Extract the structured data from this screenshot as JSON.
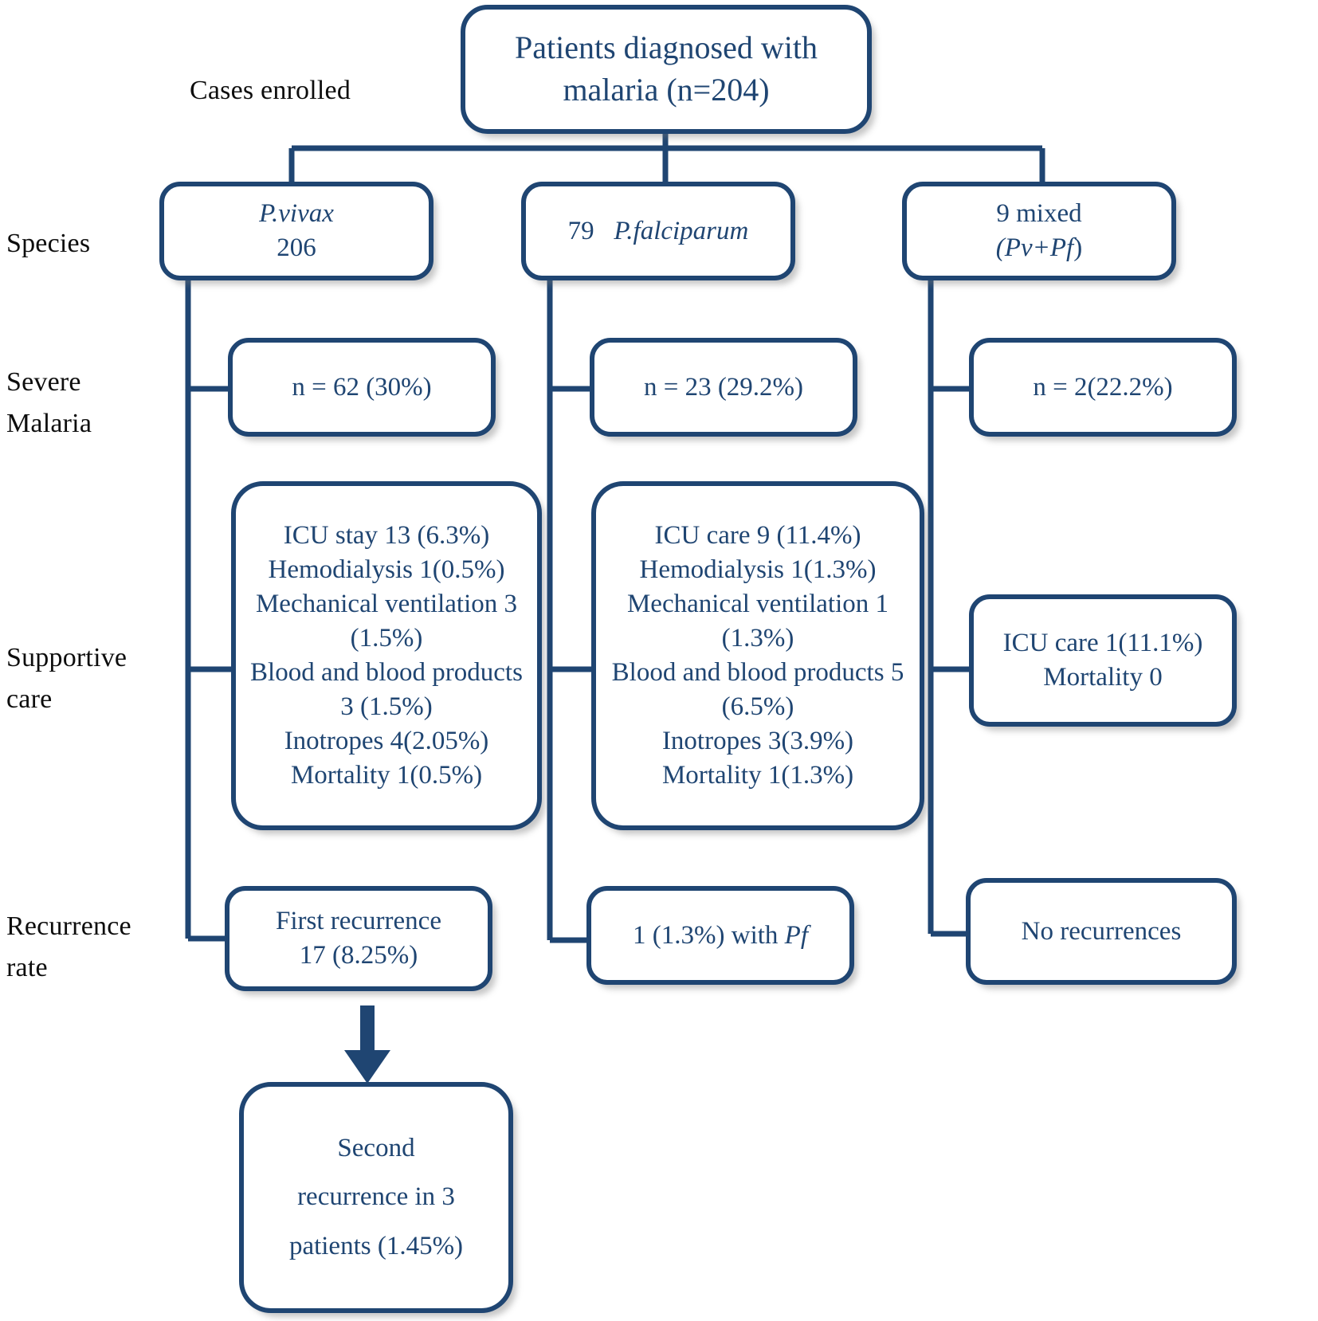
{
  "diagram": {
    "title_box": {
      "text": "Patients diagnosed with malaria (n=204)",
      "line1": "Patients diagnosed with",
      "line2": "malaria (n=204)"
    },
    "top_caption": "Cases enrolled",
    "row_labels": [
      {
        "id": "species",
        "text": "Species"
      },
      {
        "id": "severe-malaria",
        "text": "Severe\nMalaria"
      },
      {
        "id": "supportive-care",
        "text": "Supportive\ncare"
      },
      {
        "id": "recurrence-rate",
        "text": "Recurrence\nrate"
      }
    ],
    "species": {
      "vivax": {
        "name_italic": "P.vivax",
        "count": "206"
      },
      "falciparum": {
        "count": "79",
        "name_italic": "P.falciparum"
      },
      "mixed": {
        "line1": "9 mixed",
        "line2_italic": "(Pv+Pf",
        "line2_tail": ")"
      }
    },
    "severe_malaria": {
      "vivax": "n = 62 (30%)",
      "falciparum": "n = 23 (29.2%)",
      "mixed": "n = 2(22.2%)"
    },
    "supportive_care": {
      "vivax": [
        "ICU stay  13 (6.3%)",
        "Hemodialysis  1(0.5%)",
        "Mechanical ventilation  3 (1.5%)",
        "Blood and blood products 3 (1.5%)",
        "Inotropes  4(2.05%)",
        "Mortality  1(0.5%)"
      ],
      "falciparum": [
        "ICU care  9 (11.4%)",
        "Hemodialysis   1(1.3%)",
        "Mechanical ventilation  1 (1.3%)",
        "Blood and blood products  5 (6.5%)",
        "Inotropes  3(3.9%)",
        "Mortality  1(1.3%)"
      ],
      "mixed": [
        "ICU care  1(11.1%)",
        "Mortality  0"
      ]
    },
    "recurrence": {
      "vivax": {
        "line1": "First  recurrence",
        "line2": "17  (8.25%)"
      },
      "falciparum": {
        "pre": "1  (1.3%)  with ",
        "italic": "Pf"
      },
      "mixed": "No  recurrences",
      "second": "Second recurrence in 3 patients (1.45%)",
      "second_lines": [
        "Second",
        "recurrence in 3",
        "patients (1.45%)"
      ]
    },
    "colors": {
      "stroke": "#1f4572",
      "text_blue": "#1f4572",
      "label_black": "#0d0d0d",
      "background": "#ffffff"
    }
  },
  "chart_data": {
    "type": "diagram",
    "title": "Patients diagnosed with malaria (n=204)",
    "rows": [
      "Cases enrolled",
      "Species",
      "Severe Malaria",
      "Supportive care",
      "Recurrence rate"
    ],
    "branches": [
      {
        "species": "P.vivax",
        "n": 206,
        "severe_malaria": {
          "n": 62,
          "pct": 30
        },
        "supportive_care": [
          {
            "item": "ICU stay",
            "n": 13,
            "pct": 6.3
          },
          {
            "item": "Hemodialysis",
            "n": 1,
            "pct": 0.5
          },
          {
            "item": "Mechanical ventilation",
            "n": 3,
            "pct": 1.5
          },
          {
            "item": "Blood and blood products",
            "n": 3,
            "pct": 1.5
          },
          {
            "item": "Inotropes",
            "n": 4,
            "pct": 2.05
          },
          {
            "item": "Mortality",
            "n": 1,
            "pct": 0.5
          }
        ],
        "recurrence": {
          "first": {
            "n": 17,
            "pct": 8.25
          },
          "second": {
            "n": 3,
            "pct": 1.45
          }
        }
      },
      {
        "species": "P.falciparum",
        "n": 79,
        "severe_malaria": {
          "n": 23,
          "pct": 29.2
        },
        "supportive_care": [
          {
            "item": "ICU care",
            "n": 9,
            "pct": 11.4
          },
          {
            "item": "Hemodialysis",
            "n": 1,
            "pct": 1.3
          },
          {
            "item": "Mechanical ventilation",
            "n": 1,
            "pct": 1.3
          },
          {
            "item": "Blood and blood products",
            "n": 5,
            "pct": 6.5
          },
          {
            "item": "Inotropes",
            "n": 3,
            "pct": 3.9
          },
          {
            "item": "Mortality",
            "n": 1,
            "pct": 1.3
          }
        ],
        "recurrence": {
          "first": {
            "n": 1,
            "pct": 1.3,
            "with": "Pf"
          }
        }
      },
      {
        "species": "mixed (Pv+Pf)",
        "n": 9,
        "severe_malaria": {
          "n": 2,
          "pct": 22.2
        },
        "supportive_care": [
          {
            "item": "ICU care",
            "n": 1,
            "pct": 11.1
          },
          {
            "item": "Mortality",
            "n": 0,
            "pct": 0
          }
        ],
        "recurrence": {
          "first": {
            "n": 0,
            "label": "No recurrences"
          }
        }
      }
    ]
  }
}
